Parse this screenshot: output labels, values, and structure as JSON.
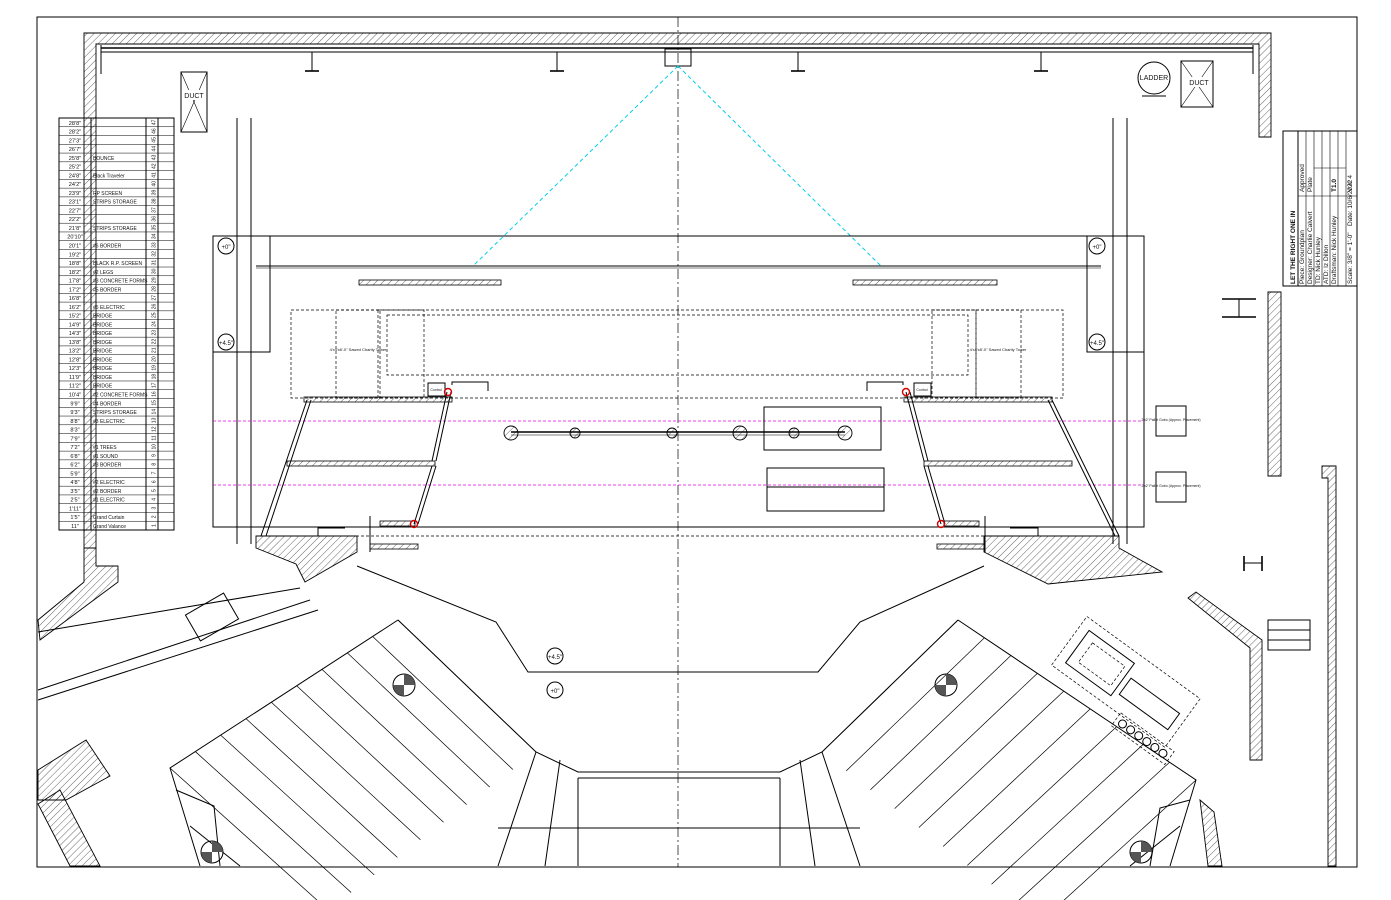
{
  "lineset_schedule": [
    {
      "height": "28'8\"",
      "num": "47",
      "label": ""
    },
    {
      "height": "28'2\"",
      "num": "46",
      "label": ""
    },
    {
      "height": "27'3\"",
      "num": "45",
      "label": ""
    },
    {
      "height": "26'7\"",
      "num": "44",
      "label": ""
    },
    {
      "height": "25'8\"",
      "num": "43",
      "label": "BOUNCE"
    },
    {
      "height": "25'2\"",
      "num": "42",
      "label": ""
    },
    {
      "height": "24'8\"",
      "num": "41",
      "label": "Black Traveler"
    },
    {
      "height": "24'2\"",
      "num": "40",
      "label": ""
    },
    {
      "height": "23'9\"",
      "num": "39",
      "label": "RP SCREEN"
    },
    {
      "height": "23'1\"",
      "num": "38",
      "label": "STRIPS STORAGE"
    },
    {
      "height": "22'7\"",
      "num": "37",
      "label": ""
    },
    {
      "height": "22'2\"",
      "num": "36",
      "label": ""
    },
    {
      "height": "21'8\"",
      "num": "35",
      "label": "STRIPS STORAGE"
    },
    {
      "height": "20'10\"",
      "num": "34",
      "label": ""
    },
    {
      "height": "20'1\"",
      "num": "33",
      "label": "#6 BORDER"
    },
    {
      "height": "19'2\"",
      "num": "32",
      "label": ""
    },
    {
      "height": "18'8\"",
      "num": "31",
      "label": "BLACK R.P. SCREEN"
    },
    {
      "height": "18'2\"",
      "num": "30",
      "label": "#2 LEGS"
    },
    {
      "height": "17'8\"",
      "num": "29",
      "label": "#3 CONCRETE FORMS"
    },
    {
      "height": "17'2\"",
      "num": "28",
      "label": "#5 BORDER"
    },
    {
      "height": "16'8\"",
      "num": "27",
      "label": ""
    },
    {
      "height": "16'2\"",
      "num": "26",
      "label": "#5 ELECTRIC"
    },
    {
      "height": "15'2\"",
      "num": "25",
      "label": "BRIDGE"
    },
    {
      "height": "14'9\"",
      "num": "24",
      "label": "BRIDGE"
    },
    {
      "height": "14'3\"",
      "num": "23",
      "label": "BRIDGE"
    },
    {
      "height": "13'8\"",
      "num": "22",
      "label": "BRIDGE"
    },
    {
      "height": "13'2\"",
      "num": "21",
      "label": "BRIDGE"
    },
    {
      "height": "12'8\"",
      "num": "20",
      "label": "BRIDGE"
    },
    {
      "height": "12'3\"",
      "num": "19",
      "label": "BRIDGE"
    },
    {
      "height": "11'9\"",
      "num": "18",
      "label": "BRIDGE"
    },
    {
      "height": "11'2\"",
      "num": "17",
      "label": "BRIDGE"
    },
    {
      "height": "10'4\"",
      "num": "16",
      "label": "#2 CONCRETE FORMS"
    },
    {
      "height": "9'9\"",
      "num": "15",
      "label": "#4 BORDER"
    },
    {
      "height": "9'3\"",
      "num": "14",
      "label": "STRIPS STORAGE"
    },
    {
      "height": "8'8\"",
      "num": "13",
      "label": "#3 ELECTRIC"
    },
    {
      "height": "8'3\"",
      "num": "12",
      "label": ""
    },
    {
      "height": "7'9\"",
      "num": "11",
      "label": ""
    },
    {
      "height": "7'2\"",
      "num": "10",
      "label": "#1 TREES"
    },
    {
      "height": "6'8\"",
      "num": "9",
      "label": "#1 SOUND"
    },
    {
      "height": "6'2\"",
      "num": "8",
      "label": "#3 BORDER"
    },
    {
      "height": "5'9\"",
      "num": "7",
      "label": ""
    },
    {
      "height": "4'8\"",
      "num": "6",
      "label": "#2 ELECTRIC"
    },
    {
      "height": "3'5\"",
      "num": "5",
      "label": "#2 BORDER"
    },
    {
      "height": "2'5\"",
      "num": "4",
      "label": "#1 ELECTRIC"
    },
    {
      "height": "1'11\"",
      "num": "3",
      "label": ""
    },
    {
      "height": "1'5\"",
      "num": "2",
      "label": "Grand Curtain"
    },
    {
      "height": "11\"",
      "num": "1",
      "label": "Grand Valance"
    }
  ],
  "labels": {
    "duct_left": "DUCT",
    "duct_right": "DUCT",
    "ladder": "LADDER",
    "elev_ul": "+0\"",
    "elev_ur": "+0\"",
    "elev_ml": "+4.5\"",
    "elev_mr": "+4.5\"",
    "elev_house_1": "+4.5\"",
    "elev_house_2": "+0\"",
    "tower_left": "4'x4'x8'-0\" Sawed Charity Tower",
    "tower_right": "4'x4'x8'-0\" Sawed Charity Tower",
    "ctrl_left": "Control",
    "ctrl_right": "Control",
    "pallet_1": "2'x2' Pallet Gobo (Approx. Placement)",
    "pallet_2": "2'x2' Pallet Gobo (Approx. Placement)"
  },
  "title_block": {
    "title": "LET THE RIGHT ONE IN",
    "subtitle": "",
    "piece": "Piece: Groundplan",
    "designer": "Designer: Charlie Calvert",
    "td": "TD: Nick Hunley",
    "atd": "ATD: Iz Dillon",
    "draftsman": "Draftsman: Nick Hunley",
    "scale": "Scale: 3/8\" = 1'-0\"",
    "date": "Date: 10/6/2022",
    "approved": "Approved",
    "plate_label": "Plate",
    "plate": "T1.0",
    "version": "V #: 4"
  },
  "colors": {
    "sightline": "#00cfe8",
    "centerline_magenta": "#e800e8",
    "marker_red": "#d00000"
  }
}
